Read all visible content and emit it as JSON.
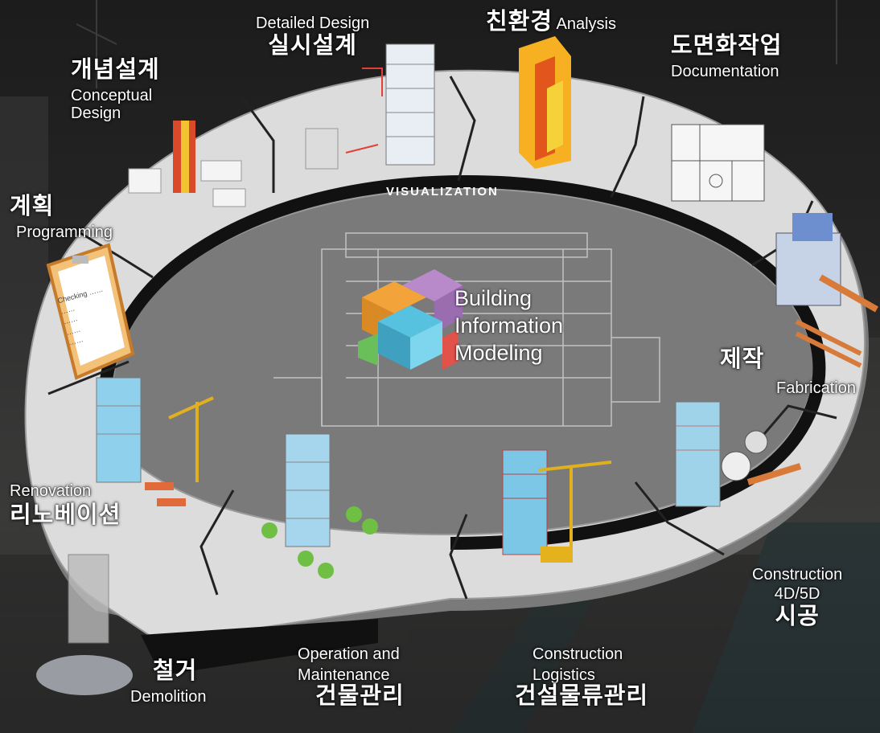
{
  "center": {
    "line1": "Building",
    "line2": "Information",
    "line3": "Modeling"
  },
  "ring_label": "VISUALIZATION",
  "stages": {
    "detailed_design": {
      "en": "Detailed Design",
      "ko": "실시설계"
    },
    "analysis": {
      "ko": "친환경",
      "en": "Analysis"
    },
    "documentation": {
      "ko": "도면화작업",
      "en": "Documentation"
    },
    "conceptual_design": {
      "ko": "개념설계",
      "en1": "Conceptual",
      "en2": "Design"
    },
    "programming": {
      "ko": "계획",
      "en": "Programming"
    },
    "fabrication": {
      "ko": "제작",
      "en": "Fabrication"
    },
    "renovation": {
      "en": "Renovation",
      "ko": "리노베이션"
    },
    "construction": {
      "en1": "Construction",
      "en2": "4D/5D",
      "ko": "시공"
    },
    "demolition": {
      "ko": "철거",
      "en": "Demolition"
    },
    "operation": {
      "en1": "Operation and",
      "en2": "Maintenance",
      "ko": "건물관리"
    },
    "logistics": {
      "en1": "Construction",
      "en2": "Logistics",
      "ko": "건설물류관리"
    }
  },
  "checklist_lines": [
    "Checking ……",
    "……",
    "……",
    "……",
    "……"
  ],
  "colors": {
    "ring": "#d9d9d9",
    "ring_shadow": "#8a8a8a",
    "arrow_band": "#111111",
    "text": "#ffffff",
    "cube_orange": "#f2a33a",
    "cube_purple": "#b98ac9",
    "cube_cyan": "#56c2e0",
    "cube_green": "#6bbf5a",
    "cube_red": "#e0524a"
  }
}
